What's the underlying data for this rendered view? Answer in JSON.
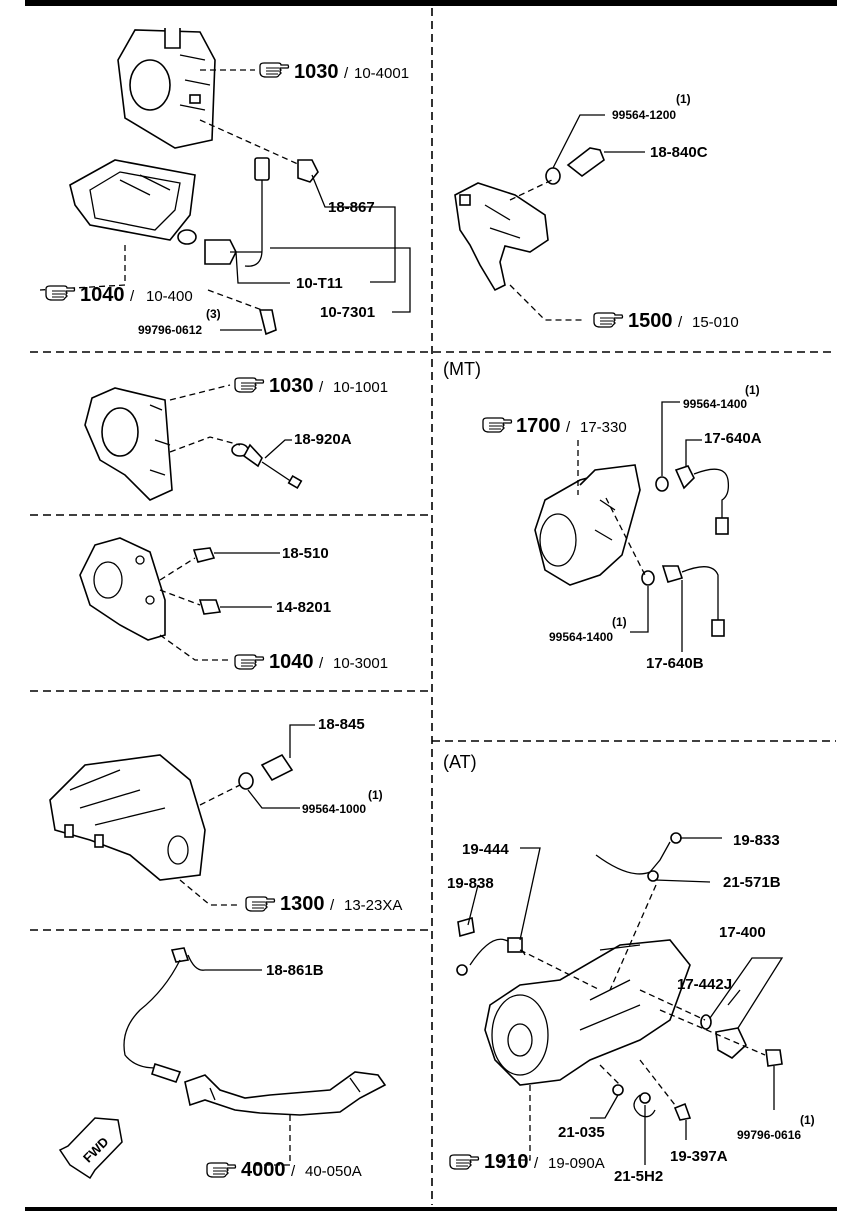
{
  "headers": {
    "mt": "(MT)",
    "at": "(AT)"
  },
  "refs": {
    "r1": {
      "num": "1030",
      "page": "10-4001"
    },
    "r2": {
      "num": "1040",
      "page": "10-400"
    },
    "r3": {
      "num": "1500",
      "page": "15-010"
    },
    "r4": {
      "num": "1030",
      "page": "10-1001"
    },
    "r5": {
      "num": "1700",
      "page": "17-330"
    },
    "r6": {
      "num": "1040",
      "page": "10-3001"
    },
    "r7": {
      "num": "1300",
      "page": "13-23XA"
    },
    "r8": {
      "num": "4000",
      "page": "40-050A"
    },
    "r9": {
      "num": "1910",
      "page": "19-090A"
    }
  },
  "parts": {
    "p18_867": "18-867",
    "p10_t11": "10-T11",
    "p10_7301": "10-7301",
    "p99796_0612": "99796-0612",
    "q99796_0612": "(3)",
    "p99564_1200": "99564-1200",
    "q99564_1200": "(1)",
    "p18_840c": "18-840C",
    "p18_920a": "18-920A",
    "p18_510": "18-510",
    "p14_8201": "14-8201",
    "p99564_1400a": "99564-1400",
    "q99564_1400a": "(1)",
    "p17_640a": "17-640A",
    "p99564_1400b": "99564-1400",
    "q99564_1400b": "(1)",
    "p17_640b": "17-640B",
    "p18_845": "18-845",
    "p99564_1000": "99564-1000",
    "q99564_1000": "(1)",
    "p18_861b": "18-861B",
    "p19_444": "19-444",
    "p19_833": "19-833",
    "p19_838": "19-838",
    "p21_571b": "21-571B",
    "p17_400": "17-400",
    "p17_442j": "17-442J",
    "p21_035": "21-035",
    "p19_397a": "19-397A",
    "p21_5h2": "21-5H2",
    "p99796_0616": "99796-0616",
    "q99796_0616": "(1)"
  },
  "fwd_label": "FWD"
}
